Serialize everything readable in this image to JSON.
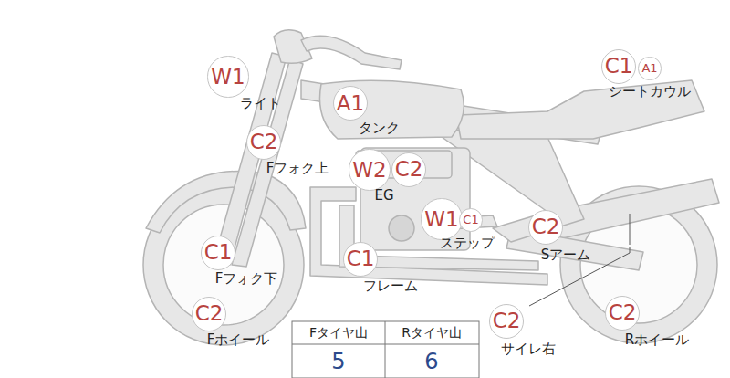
{
  "diagram": {
    "nodes": [
      {
        "text": [
          "W1"
        ]
      },
      {
        "text": [
          "C1"
        ]
      },
      {
        "text": [
          "A1"
        ]
      },
      {
        "text": [
          "A1"
        ]
      },
      {
        "text": [
          "C2"
        ]
      },
      {
        "text": [
          "W2"
        ]
      },
      {
        "text": [
          "C2"
        ]
      },
      {
        "text": [
          "W1"
        ]
      },
      {
        "text": [
          "C1"
        ]
      },
      {
        "text": [
          "C2"
        ]
      },
      {
        "text": [
          "C1"
        ]
      },
      {
        "text": [
          "C1"
        ]
      },
      {
        "text": [
          "C2"
        ]
      },
      {
        "text": [
          "C2"
        ]
      },
      {
        "text": [
          "C2"
        ]
      }
    ],
    "labels": [
      "ライト",
      "シートカウル",
      "タンク",
      "Fフォク上",
      "EG",
      "ステップ",
      "Sアーム",
      "Fフォク下",
      "フレーム",
      "Fホイール",
      "サイレ右",
      "Rホイール",
      "Fタイヤ山",
      "Rタイヤ山",
      "5",
      "6"
    ]
  }
}
